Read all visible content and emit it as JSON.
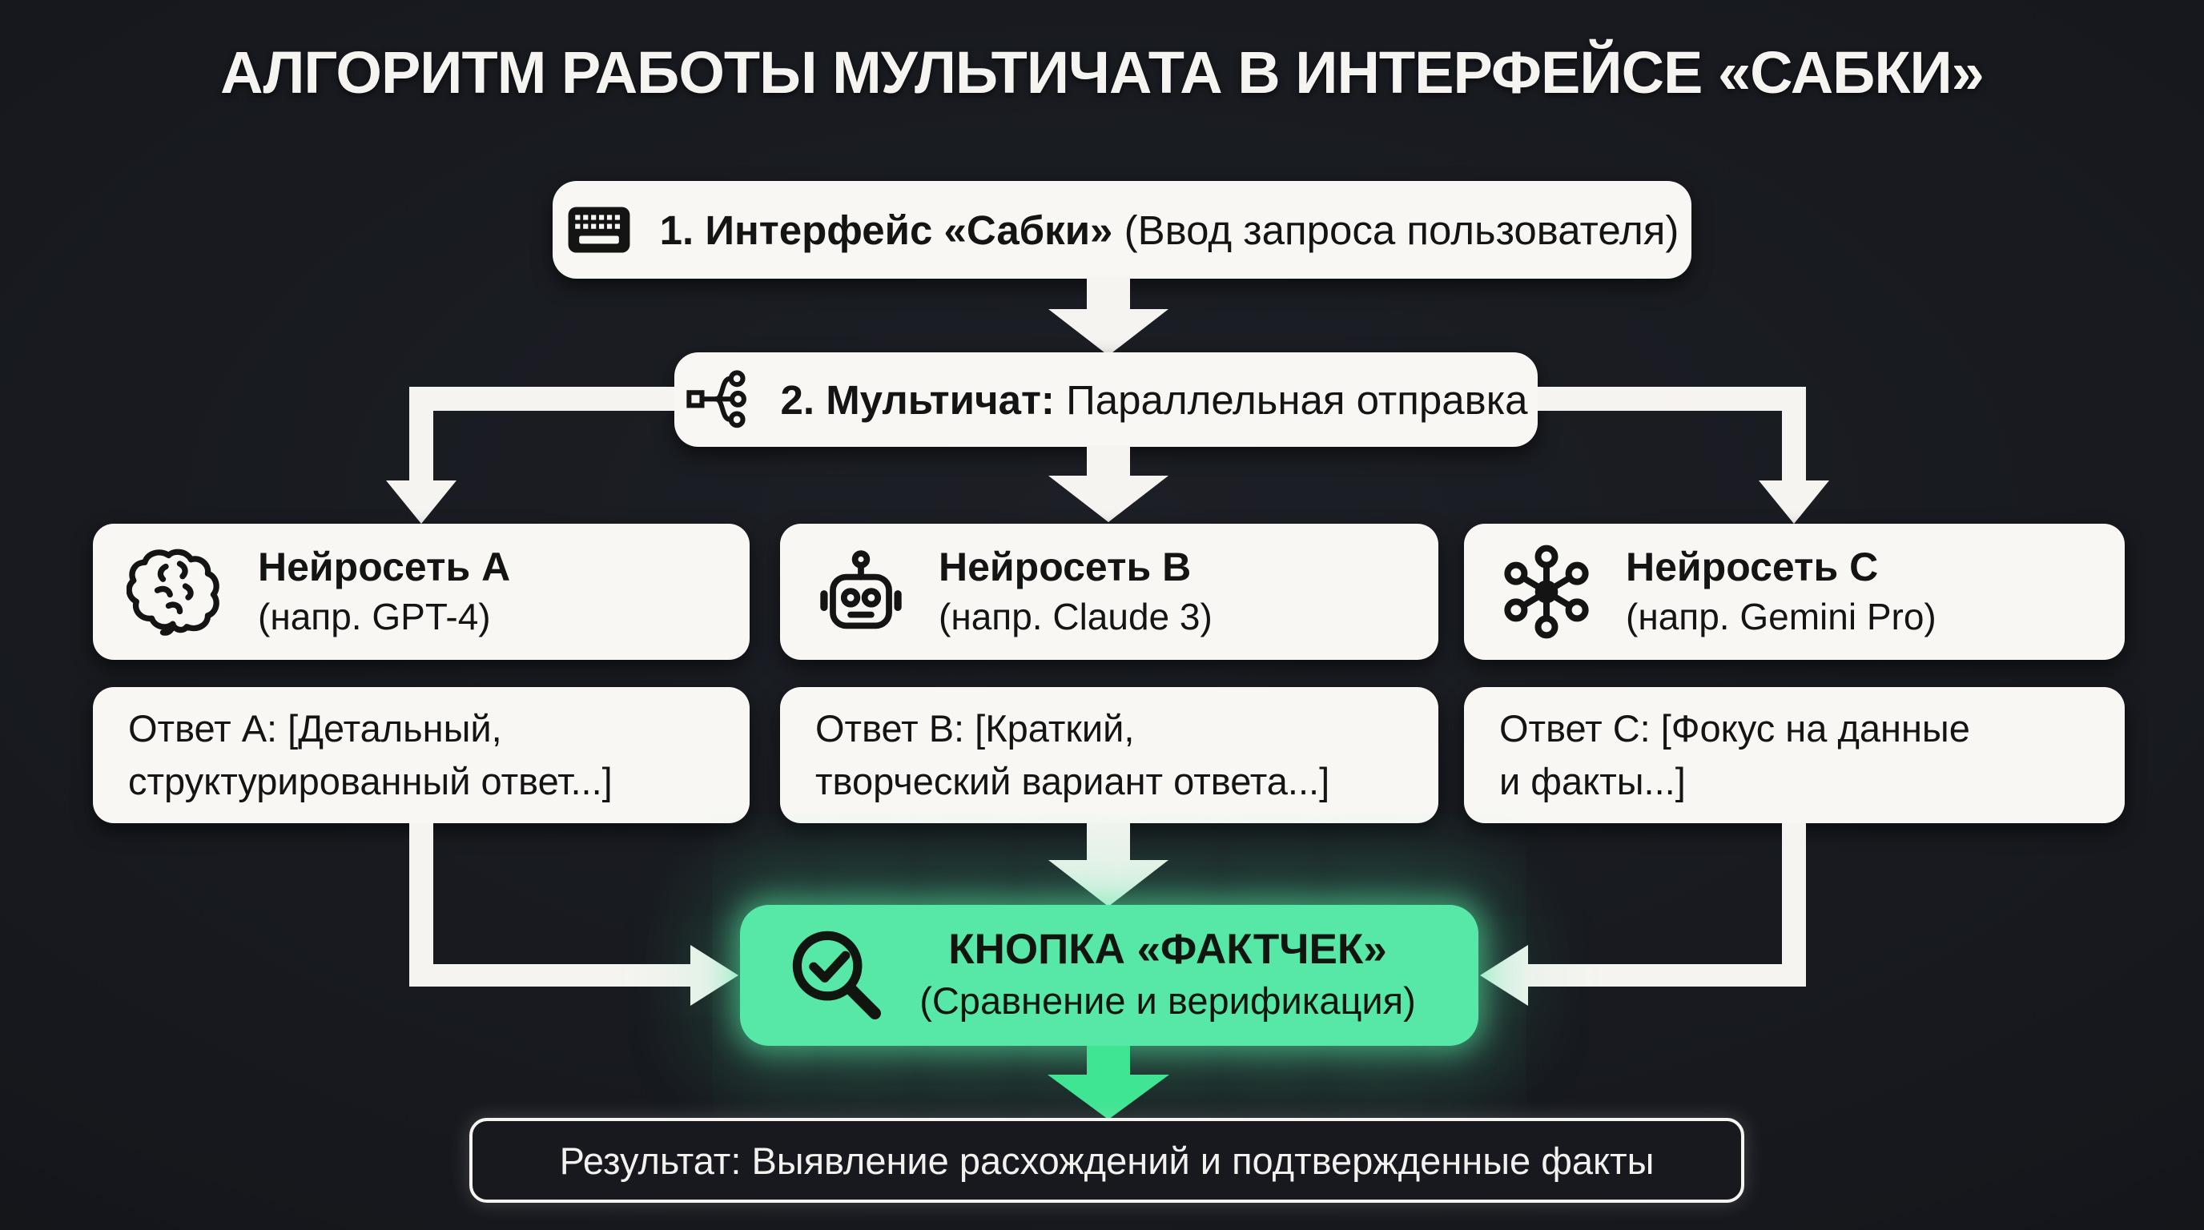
{
  "title": "АЛГОРИТМ РАБОТЫ МУЛЬТИЧАТА В ИНТЕРФЕЙСЕ «САБКИ»",
  "steps": {
    "step1": {
      "icon": "keyboard-icon",
      "bold": "1. Интерфейс «Сабки»",
      "rest": " (Ввод запроса пользователя)"
    },
    "step2": {
      "icon": "branch-icon",
      "bold": "2. Мультичат:",
      "rest": " Параллельная отправка"
    }
  },
  "models": [
    {
      "icon": "brain-icon",
      "name": "Нейросеть A",
      "example": "(напр. GPT-4)"
    },
    {
      "icon": "robot-icon",
      "name": "Нейросеть B",
      "example": "(напр. Claude 3)"
    },
    {
      "icon": "network-icon",
      "name": "Нейросеть C",
      "example": "(напр. Gemini Pro)"
    }
  ],
  "answers": [
    {
      "text": "Ответ A: [Детальный,\nструктурированный ответ...]"
    },
    {
      "text": "Ответ B: [Краткий,\nтворческий вариант ответа...]"
    },
    {
      "text": "Ответ C: [Фокус на данные\nи факты...]"
    }
  ],
  "factcheck": {
    "icon": "magnifier-check-icon",
    "title": "КНОПКА «ФАКТЧЕК»",
    "subtitle": "(Сравнение и верификация)"
  },
  "result": {
    "text": "Результат: Выявление расхождений и подтвержденные факты"
  },
  "colors": {
    "background": "#16181d",
    "box": "#f8f7f4",
    "text_dark": "#141414",
    "text_light": "#f2f1ee",
    "accent_green": "#57e7a6",
    "arrow_green": "#3fe592",
    "arrow_white": "#f5f4f0"
  }
}
